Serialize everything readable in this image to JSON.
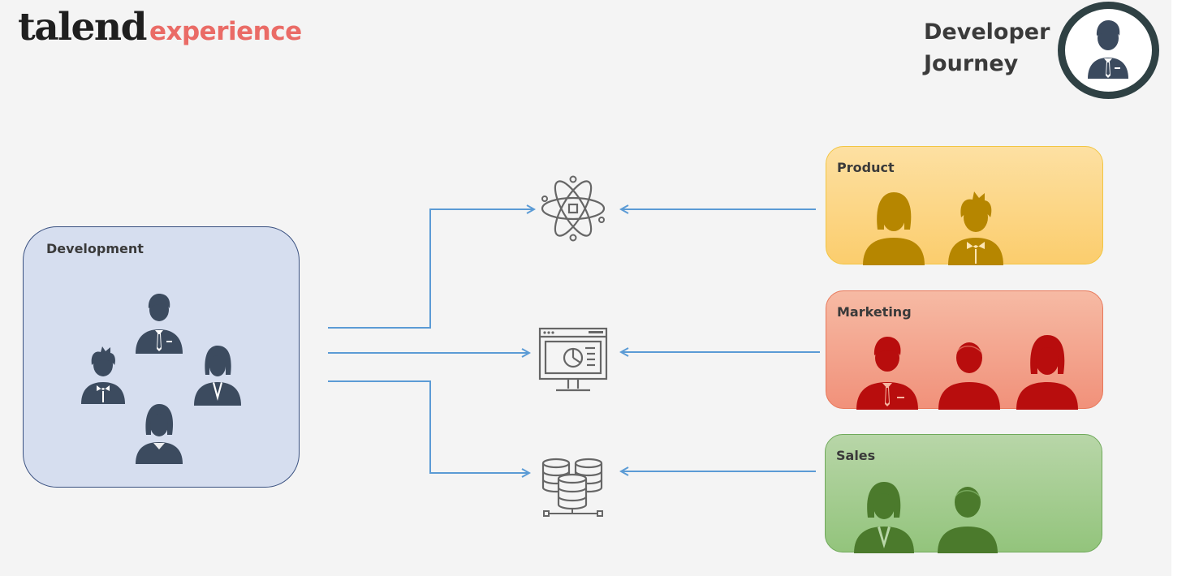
{
  "logo": {
    "brand": "talend",
    "suffix": "experience"
  },
  "header": {
    "line1": "Developer",
    "line2": "Journey"
  },
  "groups": {
    "development": {
      "title": "Development",
      "color": "#3c4b5f"
    },
    "product": {
      "title": "Product",
      "color": "#b68600"
    },
    "marketing": {
      "title": "Marketing",
      "color": "#b80d0d"
    },
    "sales": {
      "title": "Sales",
      "color": "#4b7a2c"
    }
  },
  "center_icons": [
    "atom-icon",
    "dashboard-monitor-icon",
    "database-stack-icon"
  ],
  "connector_color": "#5b9bd5"
}
